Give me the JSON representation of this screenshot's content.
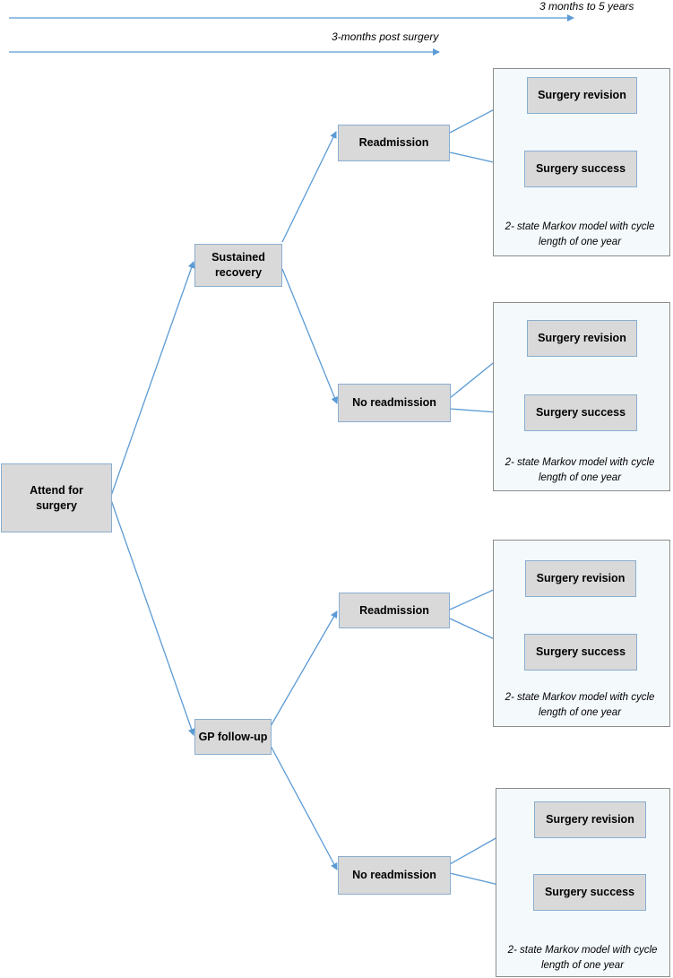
{
  "timeline": {
    "top_label": "3 months to 5 years",
    "second_label": "3-months post surgery"
  },
  "nodes": {
    "root": "Attend for surgery",
    "branch_a": "Sustained recovery",
    "branch_b": "GP follow-up",
    "readmission": "Readmission",
    "no_readmission": "No readmission"
  },
  "markov": {
    "revision": "Surgery revision",
    "success": "Surgery success",
    "caption": "2- state Markov model with cycle length of one year"
  },
  "colors": {
    "arrow": "#5b9bd5",
    "box_fill": "#d9d9d9",
    "panel_fill": "#f4f9fc"
  }
}
